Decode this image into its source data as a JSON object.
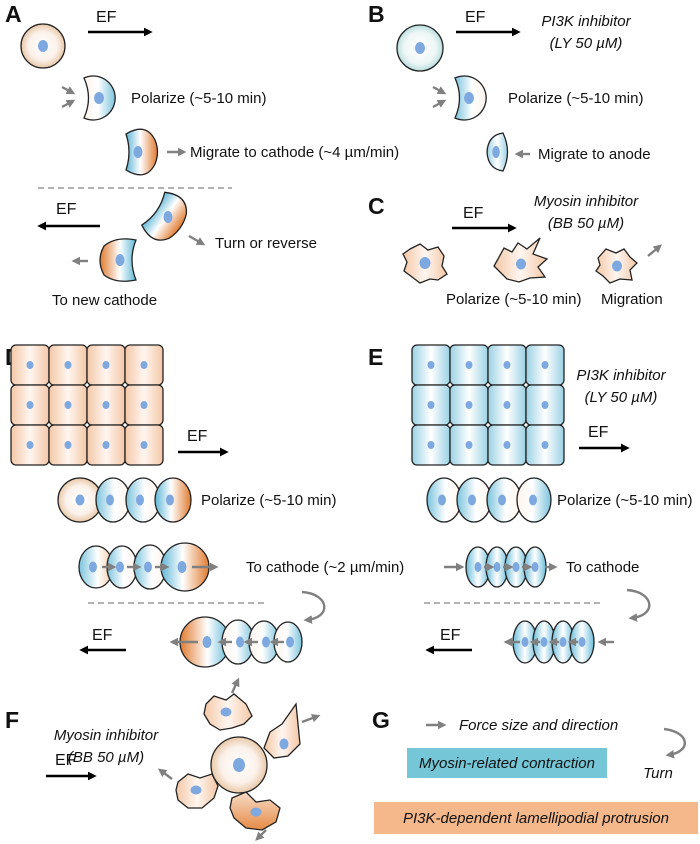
{
  "panels": {
    "a": {
      "label": "A",
      "ef": "EF",
      "polarize": "Polarize (~5-10 min)",
      "migrate": "Migrate to cathode (~4 µm/min)",
      "turn": "Turn or reverse",
      "new_cathode": "To new cathode"
    },
    "b": {
      "label": "B",
      "ef": "EF",
      "inhibitor_line1": "PI3K inhibitor",
      "inhibitor_line2": "(LY 50 µM)",
      "polarize": "Polarize (~5-10 min)",
      "migrate": "Migrate to anode"
    },
    "c": {
      "label": "C",
      "ef": "EF",
      "inhibitor_line1": "Myosin inhibitor",
      "inhibitor_line2": "(BB 50 µM)",
      "polarize": "Polarize (~5-10 min)",
      "migration": "Migration"
    },
    "d": {
      "label": "D",
      "ef": "EF",
      "polarize": "Polarize (~5-10 min)",
      "cathode": "To cathode (~2 µm/min)"
    },
    "e": {
      "label": "E",
      "ef": "EF",
      "inhibitor_line1": "PI3K inhibitor",
      "inhibitor_line2": "(LY 50 µM)",
      "polarize": "Polarize (~5-10 min)",
      "cathode": "To cathode"
    },
    "f": {
      "label": "F",
      "ef": "EF",
      "inhibitor_line1": "Myosin inhibitor",
      "inhibitor_line2": "(BB 50 µM)"
    },
    "g": {
      "label": "G",
      "force": "Force size and direction",
      "myosin": "Myosin-related contraction",
      "turn": "Turn",
      "pi3k": "PI3K-dependent lamellipodial protrusion"
    }
  },
  "colors": {
    "myosin_blue": "#75c6d6",
    "pi3k_orange": "#f5b88b",
    "nucleus": "#7ea8e0",
    "force_arrow": "#808080"
  }
}
